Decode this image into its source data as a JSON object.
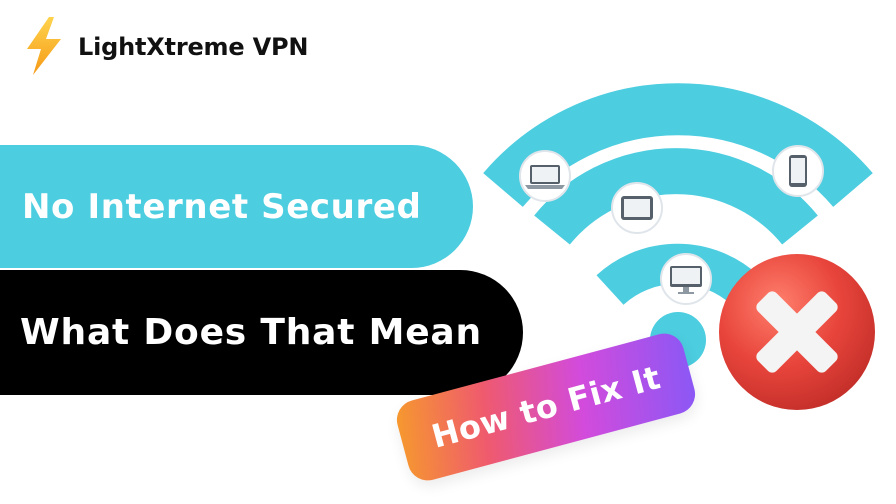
{
  "brand": {
    "name": "LightXtreme VPN",
    "bolt_color_top": "#ffd34d",
    "bolt_color_bottom": "#f59a16"
  },
  "title_line_1": "No Internet Secured",
  "title_line_2": "What Does That Mean",
  "tag_text": "How to Fix It",
  "colors": {
    "cyan": "#4ccde0",
    "black": "#000000",
    "error_red": "#e8453c",
    "gradient": [
      "#f69a2d",
      "#ef5a6e",
      "#d24bdc",
      "#8a58f6"
    ]
  },
  "icons": {
    "brand": "lightning-bolt-icon",
    "wifi": "wifi-signal-icon",
    "laptop": "laptop-icon",
    "tablet": "tablet-icon",
    "phone": "smartphone-icon",
    "monitor": "desktop-monitor-icon",
    "error": "close-x-icon"
  }
}
